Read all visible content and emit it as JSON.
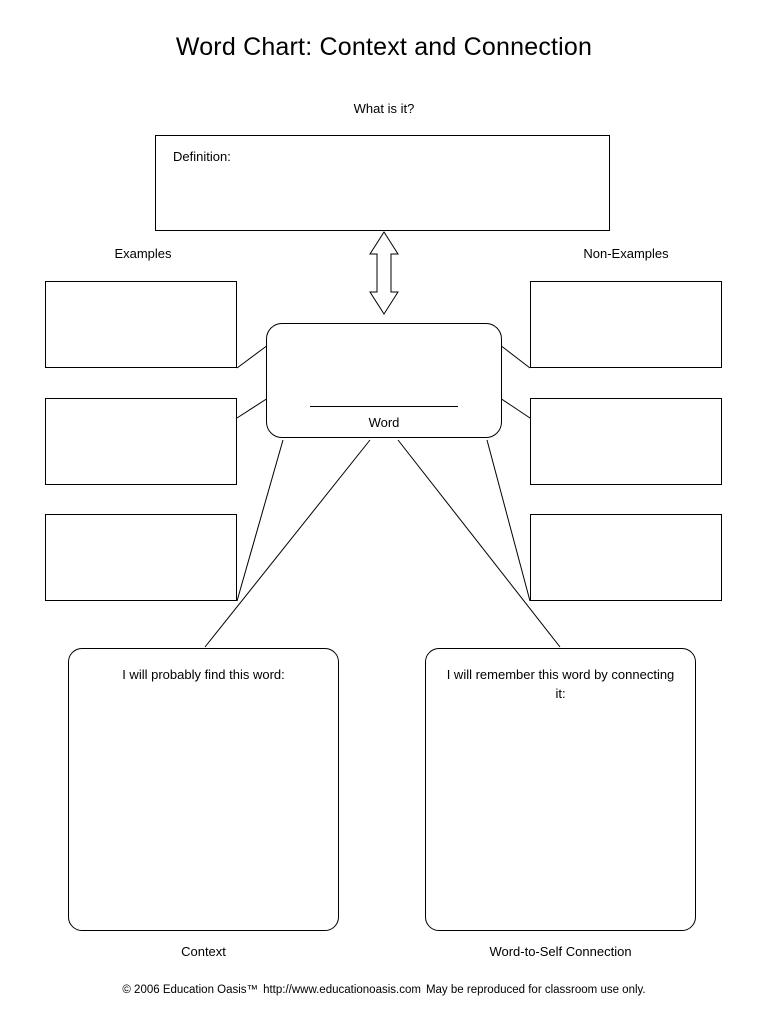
{
  "title": "Word Chart: Context and Connection",
  "labels": {
    "what_is_it": "What is it?",
    "definition": "Definition:",
    "examples": "Examples",
    "non_examples": "Non-Examples",
    "word": "Word",
    "context": "Context",
    "word_to_self": "Word-to-Self Connection"
  },
  "bottom_boxes": [
    {
      "prompt": "I will probably find this word:",
      "caption": "Context"
    },
    {
      "prompt": "I will remember this word by connecting it:",
      "caption": "Word-to-Self Connection"
    }
  ],
  "examples_boxes": [
    "",
    "",
    ""
  ],
  "non_examples_boxes": [
    "",
    "",
    ""
  ],
  "definition_value": "",
  "word_value": "",
  "footer": {
    "copyright": "© 2006 Education Oasis™",
    "url": "http://www.educationoasis.com",
    "rights": "May be reproduced for classroom use only."
  },
  "colors": {
    "ink": "#000000",
    "paper": "#ffffff",
    "line": "#555555"
  }
}
